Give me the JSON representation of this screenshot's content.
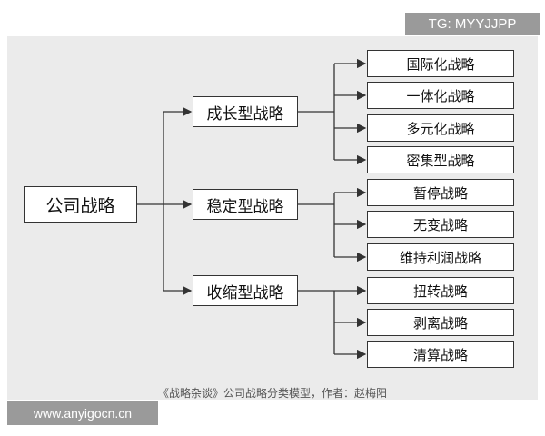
{
  "watermark_top": "TG: MYYJJPP",
  "watermark_bottom": "www.anyigocn.cn",
  "root": "公司战略",
  "branches": [
    {
      "label": "成长型战略",
      "children": [
        "国际化战略",
        "一体化战略",
        "多元化战略",
        "密集型战略"
      ]
    },
    {
      "label": "稳定型战略",
      "children": [
        "暂停战略",
        "无变战略",
        "维持利润战略"
      ]
    },
    {
      "label": "收缩型战略",
      "children": [
        "扭转战略",
        "剥离战略",
        "清算战略"
      ]
    }
  ],
  "caption": "《战略杂谈》公司战略分类模型，作者：赵梅阳",
  "colors": {
    "panel": "#ebebeb",
    "box_border": "#333333",
    "watermark": "#9a9a9a"
  }
}
